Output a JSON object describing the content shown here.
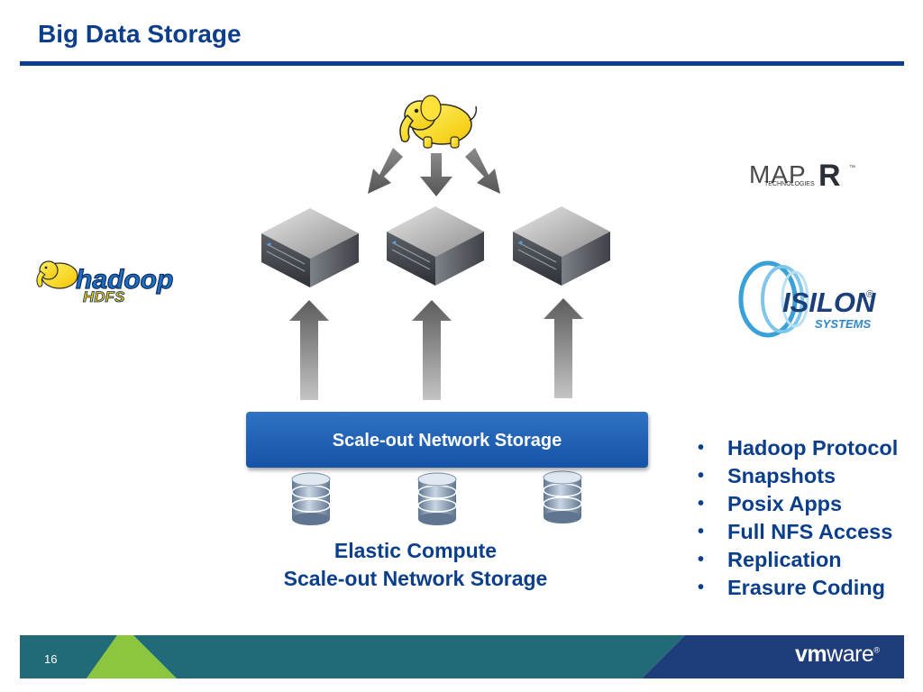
{
  "header": {
    "title": "Big Data Storage"
  },
  "diagram": {
    "storage_bar_label": "Scale-out Network Storage",
    "caption_line1": "Elastic Compute",
    "caption_line2": "Scale-out Network Storage"
  },
  "logos": {
    "hadoop_word": "hadoop",
    "hdfs_word": "HDFS",
    "mapr_word": "MAP",
    "mapr_r": "R",
    "mapr_sub": "TECHNOLOGIES",
    "isilon_word": "ISILON",
    "isilon_sub": "SYSTEMS",
    "isilon_reg": "®",
    "mapr_tm": "™"
  },
  "features": [
    "Hadoop Protocol",
    "Snapshots",
    "Posix Apps",
    "Full NFS Access",
    "Replication",
    "Erasure Coding"
  ],
  "footer": {
    "page_number": "16",
    "brand_vm": "vm",
    "brand_ware": "ware",
    "brand_reg": "®"
  },
  "colors": {
    "title": "#0b3f8c",
    "storage_bar": "#1a5bb0",
    "footer_teal": "#216a78",
    "footer_green": "#8cc63f",
    "footer_navy": "#1f3d7a"
  }
}
